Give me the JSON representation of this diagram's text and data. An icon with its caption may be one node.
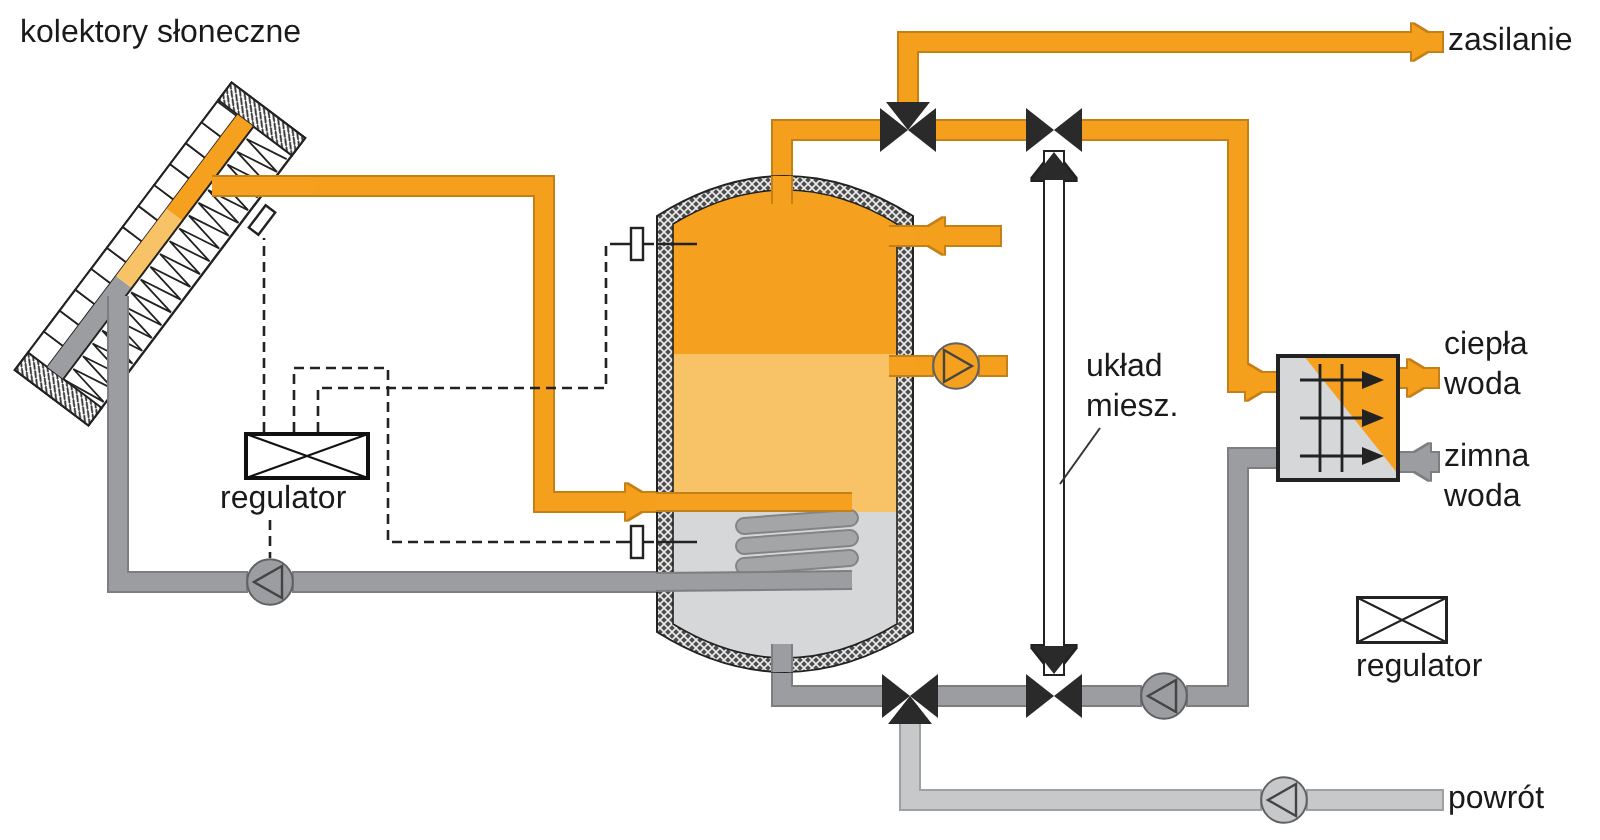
{
  "diagram": {
    "nodes": [
      {
        "text": [
          "kolektory słoneczne"
        ]
      },
      {
        "text": [],
        "shape": "bar",
        "in": 0
      },
      {
        "text": [
          "zasilanie"
        ]
      },
      {
        "text": [],
        "shape": "valve"
      },
      {
        "text": [],
        "shape": "valve"
      },
      {
        "text": [],
        "shape": "cylinder"
      },
      {
        "text": [],
        "shape": "bar"
      },
      {
        "text": [],
        "shape": "circle"
      },
      {
        "text": [
          "układ miesz."
        ]
      },
      {
        "text": [],
        "shape": "box"
      },
      {
        "text": [
          "ciepła woda"
        ]
      },
      {
        "text": [
          "zimna woda"
        ]
      },
      {
        "text": [
          "regulator"
        ]
      },
      {
        "text": [],
        "shape": "bar"
      },
      {
        "text": [],
        "shape": "circle"
      },
      {
        "text": [],
        "shape": "valve"
      },
      {
        "text": [],
        "shape": "valve"
      },
      {
        "text": [],
        "shape": "circle"
      },
      {
        "text": [],
        "shape": "circle"
      },
      {
        "text": [
          "powrót"
        ]
      }
    ],
    "edges": [
      {
        "from": 0,
        "to": 5,
        "arrow": "to"
      },
      {
        "from": 5,
        "to": 14,
        "arrow": "none",
        "color": "#9b9da0"
      },
      {
        "from": 14,
        "to": 0,
        "arrow": "none",
        "color": "#9b9da0"
      },
      {
        "from": 5,
        "to": 3,
        "arrow": "none"
      },
      {
        "from": 3,
        "to": 2,
        "arrow": "to"
      },
      {
        "from": 3,
        "to": 4,
        "arrow": "none"
      },
      {
        "from": 4,
        "to": 9,
        "arrow": "to"
      },
      {
        "from": 9,
        "to": 10,
        "arrow": "to"
      },
      {
        "from": 11,
        "to": 9,
        "arrow": "to",
        "color": "#9b9da0"
      },
      {
        "from": 9,
        "to": 17,
        "arrow": "none",
        "color": "#9b9da0"
      },
      {
        "from": 17,
        "to": 16,
        "arrow": "none",
        "color": "#9b9da0"
      },
      {
        "from": 16,
        "to": 15,
        "arrow": "none",
        "color": "#9b9da0"
      },
      {
        "from": 15,
        "to": 5,
        "arrow": "none",
        "color": "#9b9da0"
      },
      {
        "from": 4,
        "to": 16,
        "arrow": "both",
        "color": "#ffffff"
      },
      {
        "from": 19,
        "to": 18,
        "arrow": "none",
        "color": "#c6c8ca"
      },
      {
        "from": 18,
        "to": 15,
        "arrow": "none",
        "color": "#c6c8ca"
      },
      {
        "from": null,
        "to": 5,
        "arrow": "to"
      },
      {
        "from": 5,
        "to": 7,
        "arrow": "none"
      },
      {
        "from": 7,
        "to": null,
        "arrow": "none"
      },
      {
        "from": 12,
        "to": 1,
        "arrow": "none",
        "style": "dashed",
        "color": "#222222"
      },
      {
        "from": 12,
        "to": 6,
        "arrow": "none",
        "style": "dashed",
        "color": "#222222"
      },
      {
        "from": 12,
        "to": 13,
        "arrow": "none",
        "style": "dashed",
        "color": "#222222"
      },
      {
        "from": 12,
        "to": 14,
        "arrow": "none",
        "style": "dashed",
        "color": "#222222"
      },
      {
        "from": 8,
        "to": null,
        "arrow": "none",
        "color": "#333333"
      }
    ],
    "legend": [
      {
        "text": "regulator"
      }
    ]
  }
}
